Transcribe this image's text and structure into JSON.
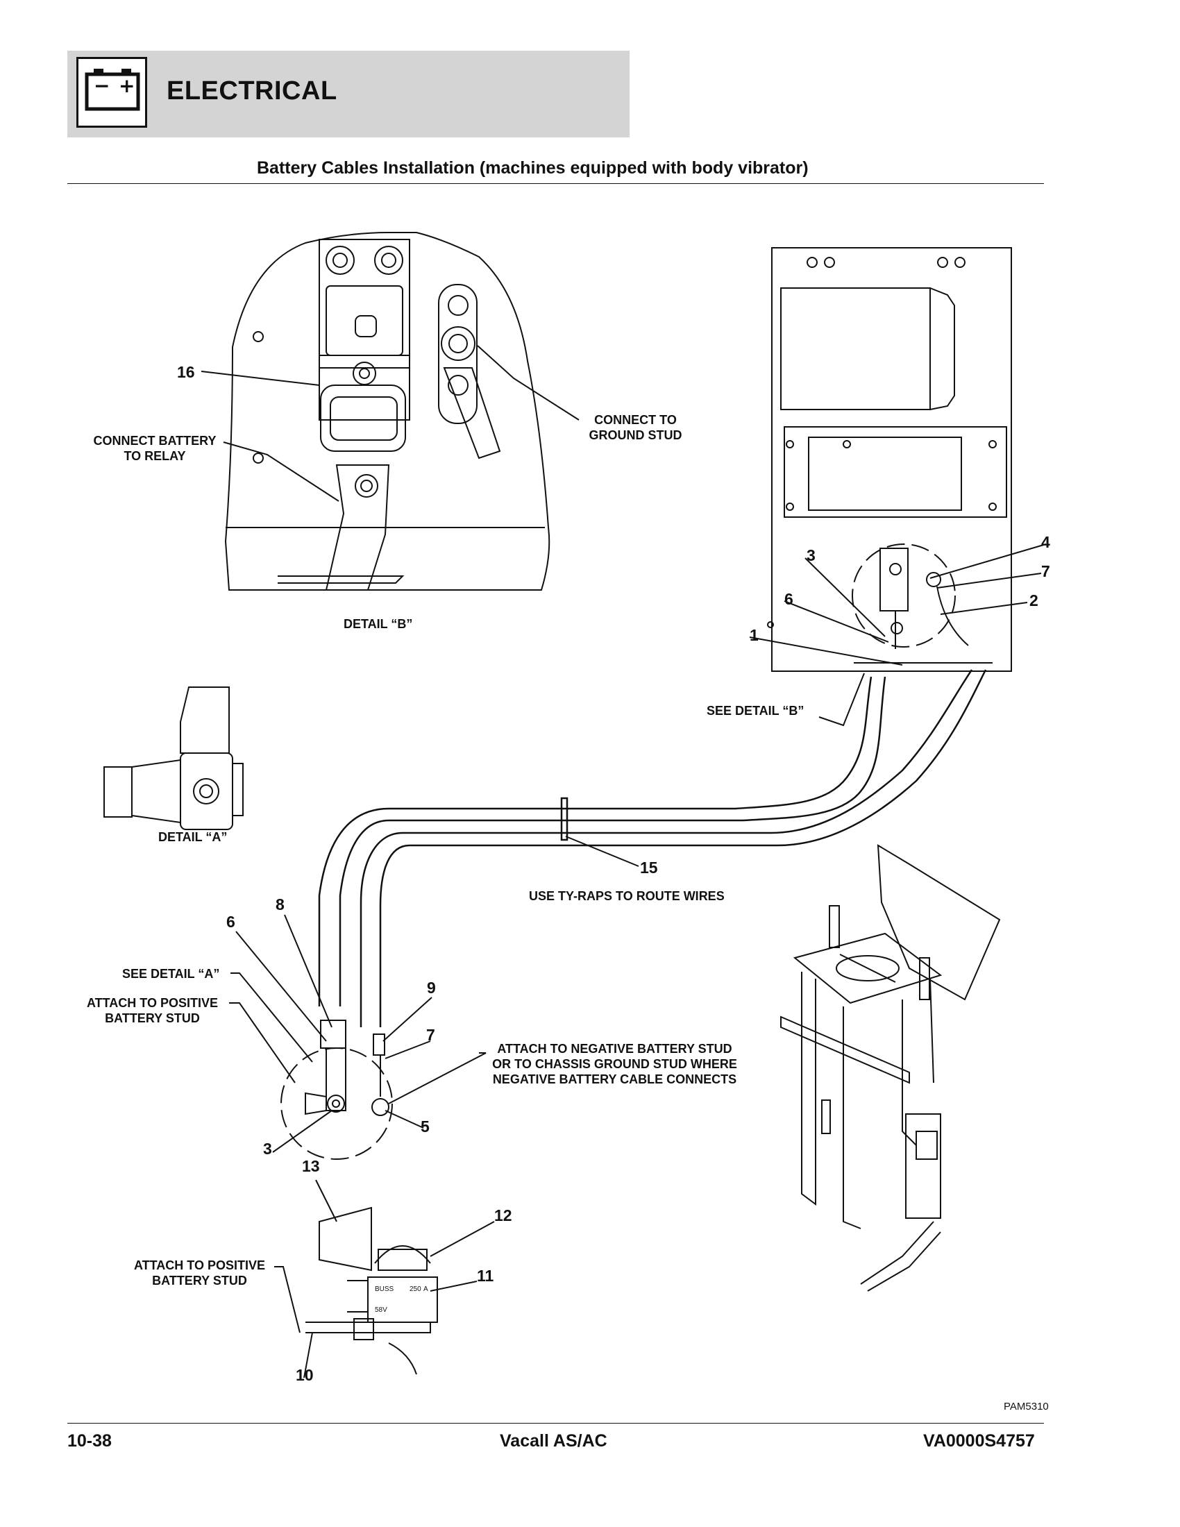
{
  "header": {
    "section_title": "ELECTRICAL",
    "subtitle": "Battery Cables Installation (machines equipped with body vibrator)",
    "icon": "battery-icon",
    "icon_minus": "−",
    "icon_plus": "+"
  },
  "callouts": {
    "c16": "16",
    "connect_battery": [
      "CONNECT BATTERY",
      "TO RELAY"
    ],
    "connect_ground": [
      "CONNECT TO",
      "GROUND STUD"
    ],
    "detail_b": "DETAIL “B”",
    "detail_a": "DETAIL “A”",
    "see_detail_b": "SEE DETAIL “B”",
    "c4": "4",
    "c3_top": "3",
    "c7_top": "7",
    "c6_top": "6",
    "c2": "2",
    "c1": "1",
    "c15": "15",
    "ty_raps": "USE TY-RAPS TO ROUTE WIRES",
    "c8": "8",
    "c6_mid": "6",
    "see_detail_a": "SEE DETAIL “A”",
    "attach_positive_1": [
      "ATTACH TO POSITIVE",
      "BATTERY STUD"
    ],
    "c9": "9",
    "c7_mid": "7",
    "attach_negative": [
      "ATTACH TO NEGATIVE BATTERY STUD",
      "OR TO CHASSIS GROUND STUD WHERE",
      "NEGATIVE BATTERY CABLE CONNECTS"
    ],
    "c5": "5",
    "c3_mid": "3",
    "c13": "13",
    "c12": "12",
    "c11": "11",
    "attach_positive_2": [
      "ATTACH TO POSITIVE",
      "BATTERY STUD"
    ],
    "c10": "10",
    "fuse_text": [
      "BUSS",
      "250",
      "A",
      "58V"
    ]
  },
  "figure_ref": "PAM5310",
  "footer": {
    "page": "10-38",
    "product": "Vacall AS/AC",
    "doc_id": "VA0000S4757"
  }
}
